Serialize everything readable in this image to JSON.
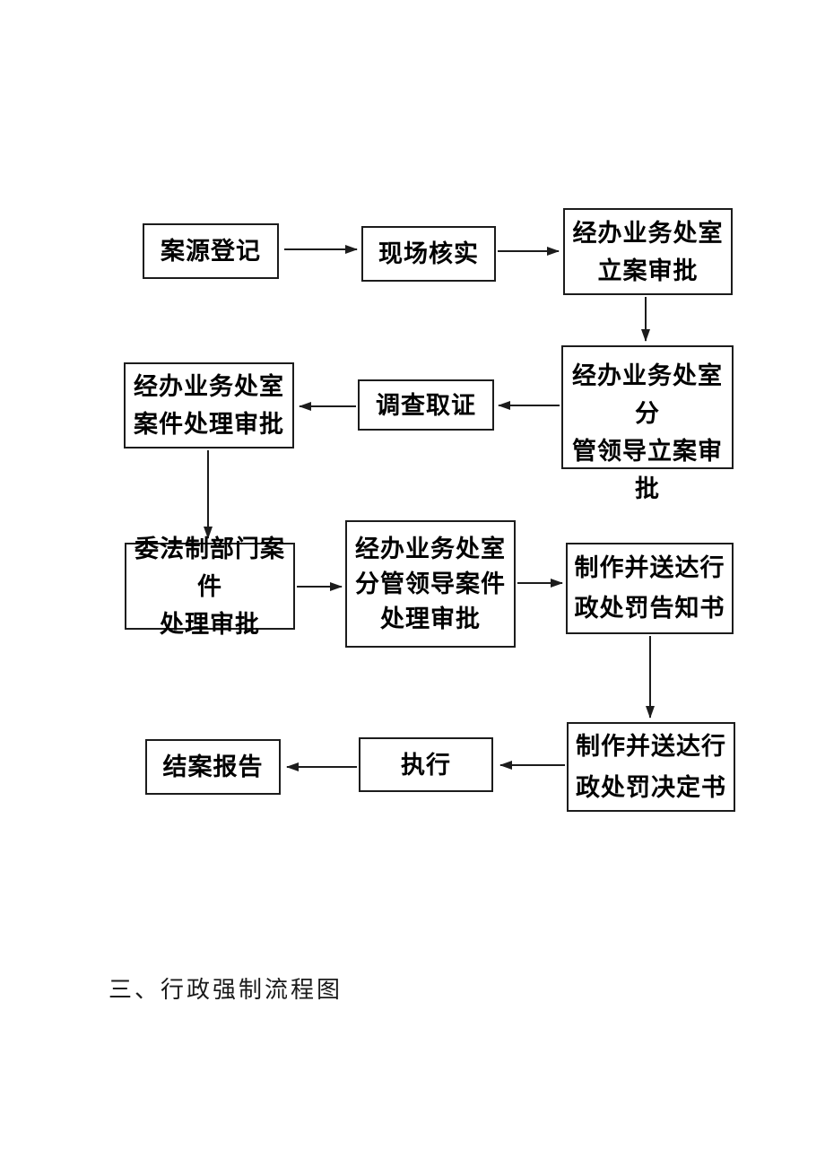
{
  "document": {
    "heading": "三、行政强制流程图"
  },
  "flowchart": {
    "nodes": [
      {
        "id": "case-source-registration",
        "label": "案源登记"
      },
      {
        "id": "onsite-verification",
        "label": "现场核实"
      },
      {
        "id": "dept-filing-approval",
        "label": "经办业务处室\n立案审批"
      },
      {
        "id": "leader-filing-approval",
        "label": "经办业务处室分\n管领导立案审批"
      },
      {
        "id": "investigation-evidence-collection",
        "label": "调查取证"
      },
      {
        "id": "dept-case-handling-approval",
        "label": "经办业务处室\n案件处理审批"
      },
      {
        "id": "legal-dept-case-handling-approval",
        "label": "委法制部门案件\n处理审批"
      },
      {
        "id": "leader-case-handling-approval",
        "label": "经办业务处室\n分管领导案件\n处理审批"
      },
      {
        "id": "penalty-notice-delivery",
        "label": "制作并送达行\n政处罚告知书"
      },
      {
        "id": "penalty-decision-delivery",
        "label": "制作并送达行\n政处罚决定书"
      },
      {
        "id": "execution",
        "label": "执行"
      },
      {
        "id": "case-closing-report",
        "label": "结案报告"
      }
    ],
    "edges": [
      {
        "from": "case-source-registration",
        "to": "onsite-verification"
      },
      {
        "from": "onsite-verification",
        "to": "dept-filing-approval"
      },
      {
        "from": "dept-filing-approval",
        "to": "leader-filing-approval"
      },
      {
        "from": "leader-filing-approval",
        "to": "investigation-evidence-collection"
      },
      {
        "from": "investigation-evidence-collection",
        "to": "dept-case-handling-approval"
      },
      {
        "from": "dept-case-handling-approval",
        "to": "legal-dept-case-handling-approval"
      },
      {
        "from": "legal-dept-case-handling-approval",
        "to": "leader-case-handling-approval"
      },
      {
        "from": "leader-case-handling-approval",
        "to": "penalty-notice-delivery"
      },
      {
        "from": "penalty-notice-delivery",
        "to": "penalty-decision-delivery"
      },
      {
        "from": "penalty-decision-delivery",
        "to": "execution"
      },
      {
        "from": "execution",
        "to": "case-closing-report"
      }
    ]
  },
  "colors": {
    "background": "#ffffff",
    "box_border": "#1c1c1c",
    "text": "#000000",
    "arrow": "#1c1c1c"
  }
}
